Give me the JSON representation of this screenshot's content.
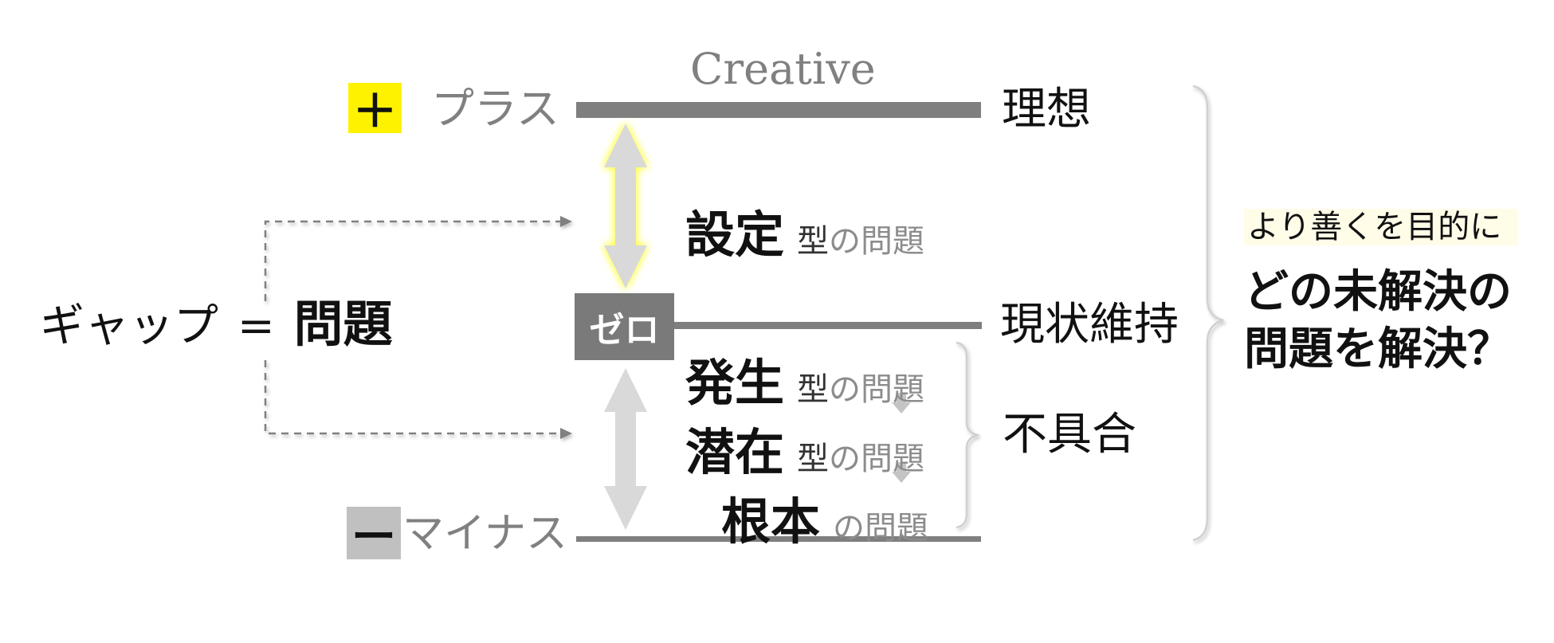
{
  "top": {
    "label": "Creative",
    "plus_symbol": "＋",
    "plus_label": "プラス",
    "ideal_label": "理想"
  },
  "zero": {
    "label": "ゼロ",
    "status_quo_label": "現状維持"
  },
  "bottom": {
    "minus_symbol": "ー",
    "minus_label": "マイナス"
  },
  "gap": {
    "prefix": "ギャップ",
    "equals": "=",
    "problem": "問題"
  },
  "problem_types": {
    "set": {
      "main": "設定",
      "kata": "型",
      "suffix": "の問題"
    },
    "occurring": {
      "main": "発生",
      "kata": "型",
      "suffix": "の問題"
    },
    "latent": {
      "main": "潜在",
      "kata": "型",
      "suffix": "の問題"
    },
    "root": {
      "main": "根本",
      "suffix": "の問題"
    }
  },
  "defect_label": "不具合",
  "goal": {
    "purpose": "より善くを目的に",
    "question_line1": "どの未解決の",
    "question_line2": "問題を解決？"
  },
  "colors": {
    "plus": "#fff200",
    "minus": "#c0c0c0",
    "zero_box": "#7a7a7a",
    "line": "#7f7f7f",
    "arrow": "#d9d9d9",
    "glow": "#ffff66"
  }
}
